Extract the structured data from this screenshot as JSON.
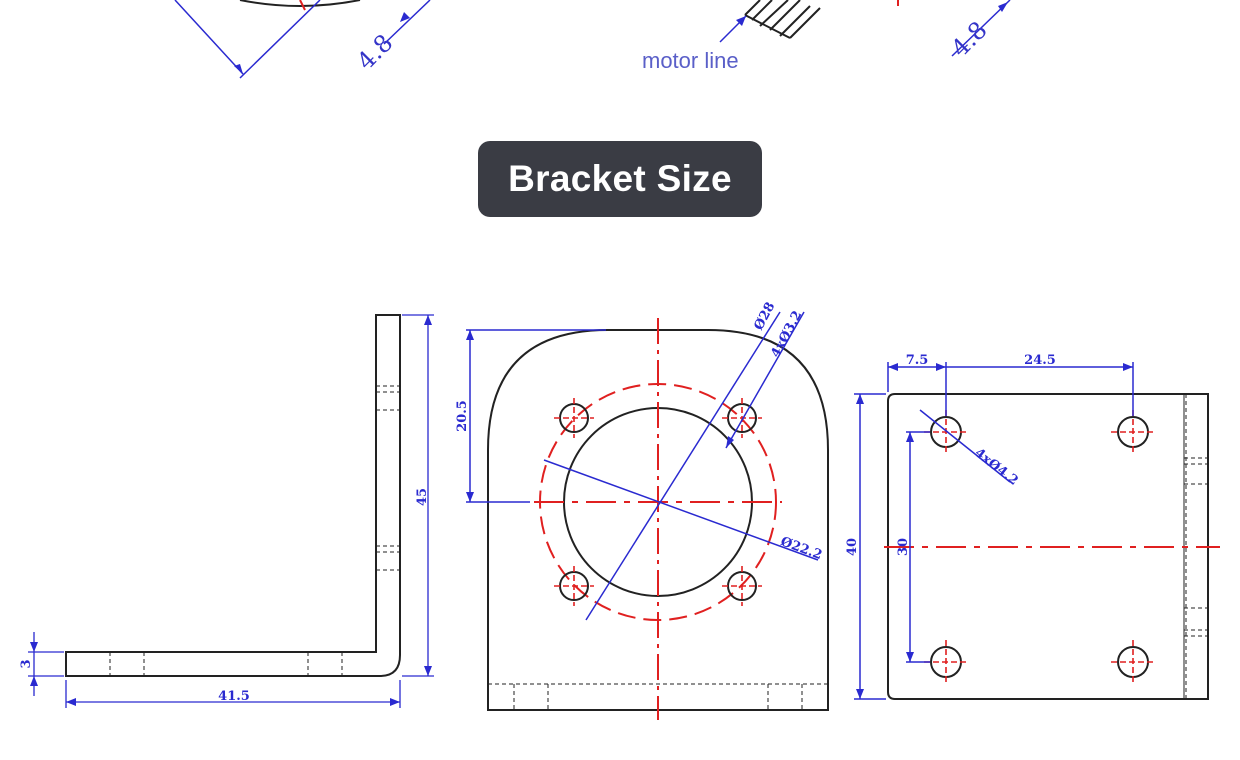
{
  "header": {
    "motor_line_label": "motor line",
    "top_dim_left": "4.8",
    "top_dim_right": "4.8"
  },
  "section_title": "Bracket Size",
  "side_view": {
    "dim_height": "45",
    "dim_length": "41.5",
    "dim_thickness": "3"
  },
  "front_view": {
    "dim_top_offset": "20.5",
    "dim_circle": "Ø28",
    "dim_holes": "4xØ3.2",
    "dim_bore": "Ø22.2"
  },
  "plate_view": {
    "dim_offset": "7.5",
    "dim_spacing_h": "24.5",
    "dim_height": "40",
    "dim_spacing_v": "30",
    "dim_holes": "4xØ4.2"
  },
  "colors": {
    "outline": "#222222",
    "dimension": "#2a2ad0",
    "centerline": "#e02020",
    "badge": "#3a3c44"
  }
}
